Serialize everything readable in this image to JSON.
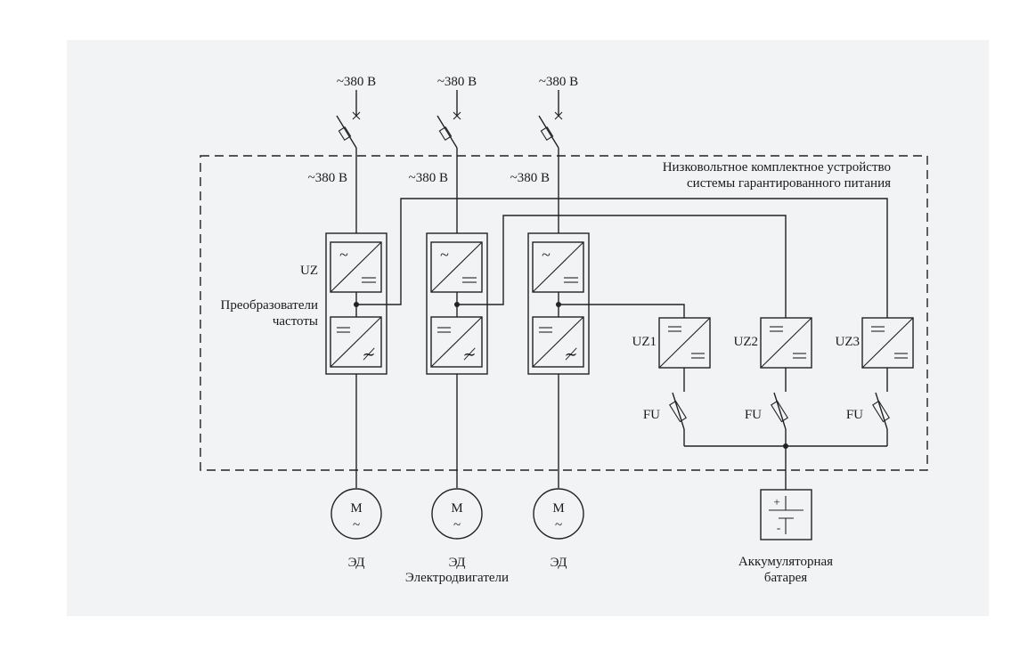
{
  "diagram": {
    "enclosure_title_line1": "Низковольтное комплектное устройство",
    "enclosure_title_line2": "системы гарантированного питания",
    "supply_inputs": [
      {
        "label": "~380 В",
        "inner_label": "~380 В"
      },
      {
        "label": "~380 В",
        "inner_label": "~380 В"
      },
      {
        "label": "~380 В",
        "inner_label": "~380 В"
      }
    ],
    "converter_designation": "UZ",
    "converter_group_label_line1": "Преобразователи",
    "converter_group_label_line2": "частоты",
    "converter_symbols": {
      "ac": "~",
      "dc": "=",
      "var_ac": "≁"
    },
    "dc_converters": [
      {
        "label": "UZ1"
      },
      {
        "label": "UZ2"
      },
      {
        "label": "UZ3"
      }
    ],
    "fuses": [
      {
        "label": "FU"
      },
      {
        "label": "FU"
      },
      {
        "label": "FU"
      }
    ],
    "motors": [
      {
        "symbol": "M",
        "sub": "~",
        "label": "ЭД"
      },
      {
        "symbol": "M",
        "sub": "~",
        "label": "ЭД"
      },
      {
        "symbol": "M",
        "sub": "~",
        "label": "ЭД"
      }
    ],
    "motors_group_label": "Электродвигатели",
    "battery": {
      "plus": "+",
      "minus": "-",
      "label_line1": "Аккумуляторная",
      "label_line2": "батарея"
    }
  }
}
